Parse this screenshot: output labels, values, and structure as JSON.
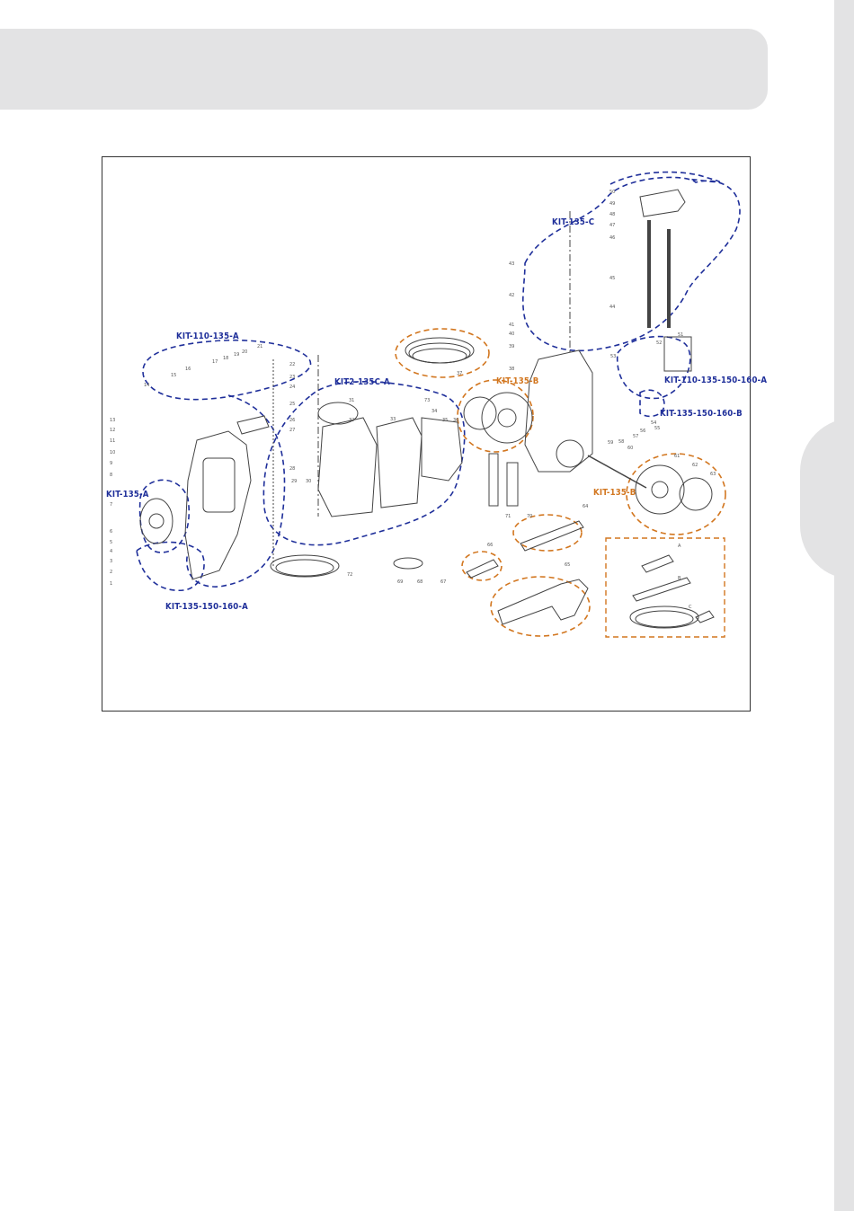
{
  "colors": {
    "header_gray": "#e3e3e4",
    "kit_blue": "#1f2f9a",
    "kit_orange": "#d2761f",
    "line": "#333333"
  },
  "diagram": {
    "kits": [
      {
        "id": "kit_135_c",
        "label": "KIT-135-C",
        "color": "blue"
      },
      {
        "id": "kit_110_135_a",
        "label": "KIT-110-135-A",
        "color": "blue"
      },
      {
        "id": "kit2_135c_a",
        "label": "KIT2-135C-A",
        "color": "blue"
      },
      {
        "id": "kit_135_b_top",
        "label": "KIT-135-B",
        "color": "orange"
      },
      {
        "id": "kit_110_135_150_160_a",
        "label": "KIT-110-135-150-160-A",
        "color": "blue"
      },
      {
        "id": "kit_135_150_160_b",
        "label": "KIT-135-150-160-B",
        "color": "blue"
      },
      {
        "id": "kit_135_a",
        "label": "KIT-135-A",
        "color": "blue"
      },
      {
        "id": "kit_135_b_bottom",
        "label": "KIT-135-B",
        "color": "orange"
      },
      {
        "id": "kit_135_150_160_a",
        "label": "KIT-135-150-160-A",
        "color": "blue"
      }
    ],
    "part_numbers": {
      "p1": "1",
      "p2": "2",
      "p3": "3",
      "p4": "4",
      "p5": "5",
      "p6": "6",
      "p7": "7",
      "p8": "8",
      "p9": "9",
      "p10": "10",
      "p11": "11",
      "p12": "12",
      "p13": "13",
      "p14": "14",
      "p15": "15",
      "p16": "16",
      "p17": "17",
      "p18": "18",
      "p19": "19",
      "p20": "20",
      "p21": "21",
      "p22": "22",
      "p23": "23",
      "p24": "24",
      "p25": "25",
      "p26": "26",
      "p27": "27",
      "p28": "28",
      "p29": "29",
      "p30": "30",
      "p31": "31",
      "p32": "32",
      "p33": "33",
      "p34": "34",
      "p35": "35",
      "p36": "36",
      "p37": "37",
      "p38": "38",
      "p39": "39",
      "p40": "40",
      "p41": "41",
      "p42": "42",
      "p43": "43",
      "p44": "44",
      "p45": "45",
      "p46": "46",
      "p47": "47",
      "p48": "48",
      "p49": "49",
      "p50": "50",
      "p51": "51",
      "p52": "52",
      "p53": "53",
      "p54": "54",
      "p55": "55",
      "p56": "56",
      "p57": "57",
      "p58": "58",
      "p59": "59",
      "p60": "60",
      "p61": "61",
      "p62": "62",
      "p63": "63",
      "p64": "64",
      "p65": "65",
      "p66": "66",
      "p67": "67",
      "p68": "68",
      "p69": "69",
      "p70": "70",
      "p71": "71",
      "p72": "72",
      "p73": "73",
      "pA": "A",
      "pB": "B",
      "pC": "C"
    }
  }
}
